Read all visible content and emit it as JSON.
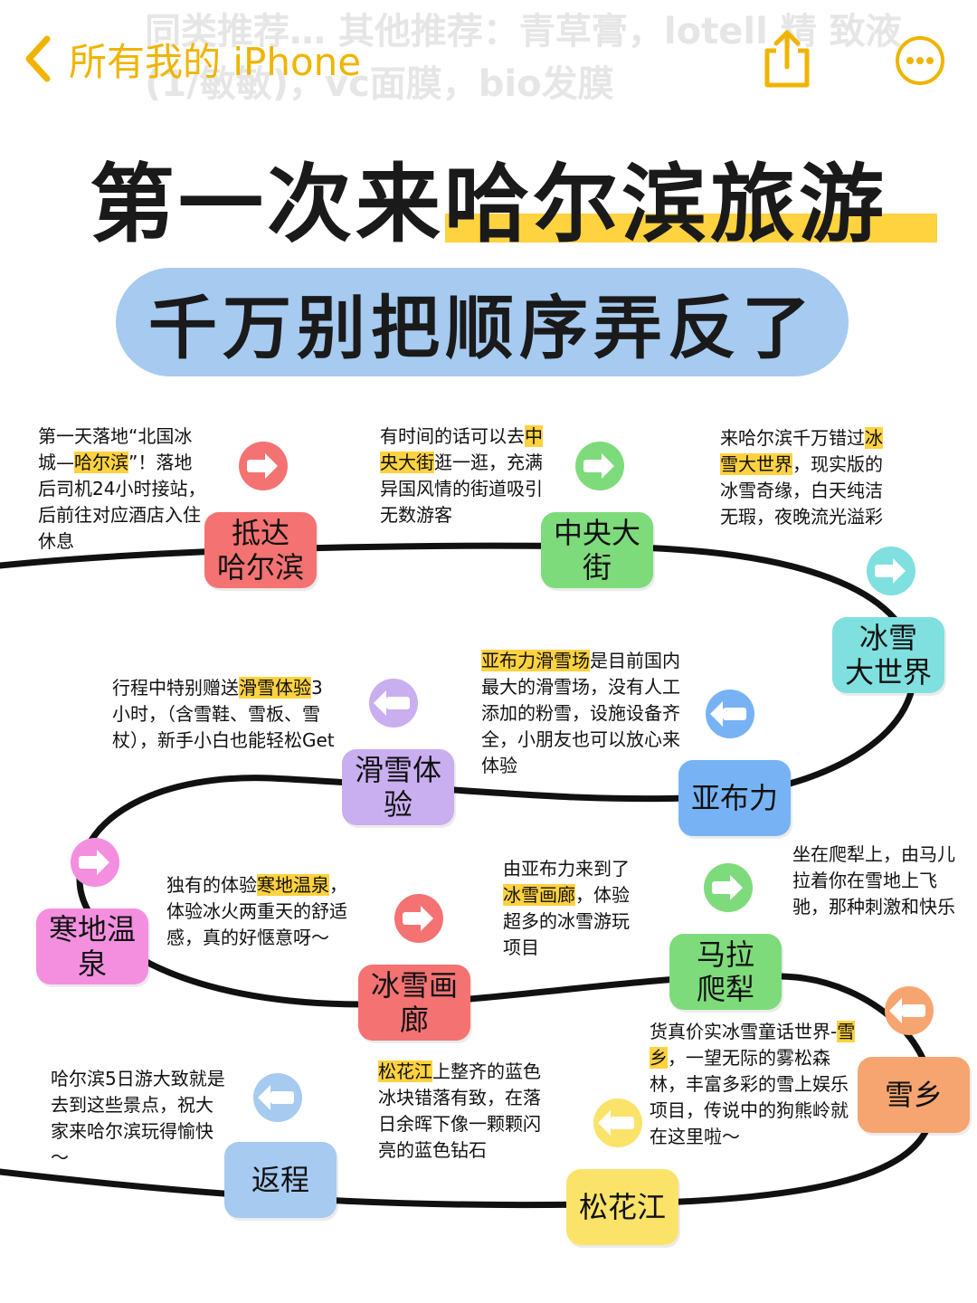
{
  "nav": {
    "back_label": "所有我的 iPhone",
    "ghost_text": "同类推荐… 其他推荐：青草膏，lotell 精  致液(1/敏敏)，vc面膜，bio发膜"
  },
  "title": "第一次来哈尔滨旅游",
  "subtitle": "千万别把顺序弄反了",
  "colors": {
    "accent": "#f0b400",
    "highlight": "#ffd23f",
    "pill": "#a6caf0",
    "road": "#111111"
  },
  "stops": [
    {
      "name": "抵达\n哈尔滨",
      "color": "#f47272",
      "direction": "right",
      "desc": {
        "before": "第一天落地“北国冰城—",
        "hl": "哈尔滨",
        "after": "”！落地后司机24小时接站，后前往对应酒店入住休息"
      }
    },
    {
      "name": "中央大街",
      "color": "#7edb7b",
      "direction": "right",
      "desc": {
        "before": "有时间的话可以去",
        "hl": "中央大街",
        "after": "逛一逛，充满异国风情的街道吸引无数游客"
      }
    },
    {
      "name": "冰雪\n大世界",
      "color": "#7fe0df",
      "direction": "right",
      "desc": {
        "before": "来哈尔滨千万错过",
        "hl": "冰雪大世界",
        "after": "，现实版的冰雪奇缘，白天纯洁无瑕，夜晚流光溢彩"
      }
    },
    {
      "name": "亚布力",
      "color": "#77b3f4",
      "direction": "left",
      "desc": {
        "before": "",
        "hl": "亚布力滑雪场",
        "after": "是目前国内最大的滑雪场，没有人工添加的粉雪，设施设备齐全，小朋友也可以放心来体验"
      }
    },
    {
      "name": "滑雪体验",
      "color": "#c9aef0",
      "direction": "left",
      "desc": {
        "before": "行程中特别赠送",
        "hl": "滑雪体验",
        "after": "3小时，（含雪鞋、雪板、雪杖），新手小白也能轻松Get"
      }
    },
    {
      "name": "寒地温泉",
      "color": "#f48fe0",
      "direction": "right",
      "desc": {
        "before": "独有的体验",
        "hl": "寒地温泉",
        "after": "，体验冰火两重天的舒适感，真的好惬意呀～"
      }
    },
    {
      "name": "冰雪画廊",
      "color": "#f47272",
      "direction": "right",
      "desc": {
        "before": "由亚布力来到了",
        "hl": "冰雪画廊",
        "after": "，体验超多的冰雪游玩项目"
      }
    },
    {
      "name": "马拉\n爬犁",
      "color": "#7edb7b",
      "direction": "right",
      "desc": {
        "before": "坐在爬犁上，由马儿拉着你在雪地上飞驰，那种刺激和快乐",
        "hl": "",
        "after": ""
      }
    },
    {
      "name": "雪乡",
      "color": "#f7a570",
      "direction": "left",
      "desc": {
        "before": "货真价实冰雪童话世界-",
        "hl": "雪乡",
        "after": "，一望无际的雾松森林，丰富多彩的雪上娱乐项目，传说中的狗熊岭就在这里啦～"
      }
    },
    {
      "name": "松花江",
      "color": "#fbe36a",
      "direction": "left",
      "desc": {
        "before": "",
        "hl": "松花江",
        "after": "上整齐的蓝色冰块错落有致，在落日余晖下像一颗颗闪亮的蓝色钻石"
      }
    },
    {
      "name": "返程",
      "color": "#a6caf0",
      "direction": "left",
      "desc": {
        "before": "哈尔滨5日游大致就是去到这些景点，祝大家来哈尔滨玩得愉快～",
        "hl": "",
        "after": ""
      }
    }
  ]
}
